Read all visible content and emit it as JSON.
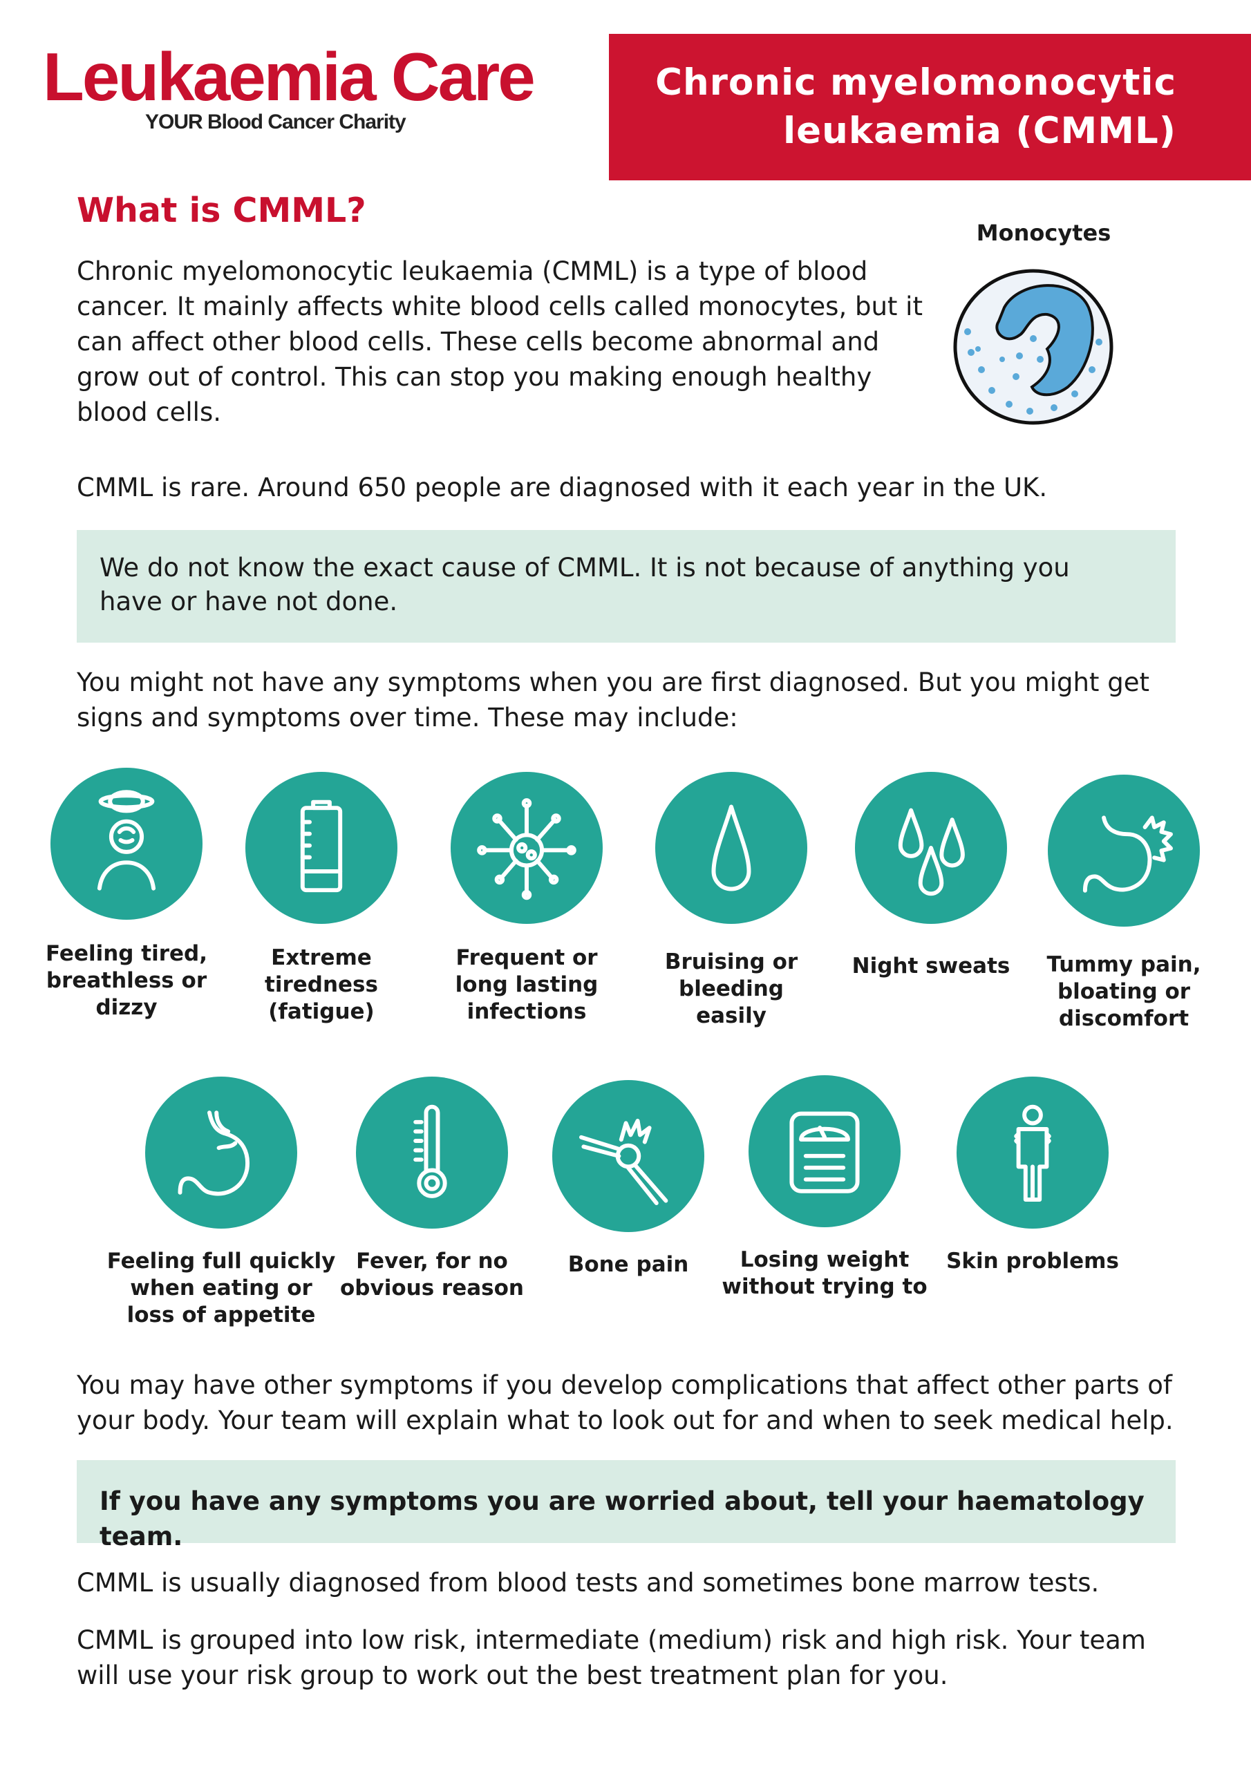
{
  "header": {
    "logo_text": "Leukaemia Care",
    "tagline": "YOUR Blood Cancer Charity",
    "title": "Chronic myelomonocytic\nleukaemia (CMML)"
  },
  "section": {
    "heading": "What is CMML?",
    "intro": "Chronic myelomonocytic leukaemia (CMML) is a type of blood cancer. It mainly affects white blood cells called monocytes, but it can affect other blood cells. These cells become abnormal and grow out of control. This can stop you making enough healthy blood cells.",
    "image_label": "Monocytes",
    "rare": "CMML is rare. Around 650 people are diagnosed with it each year in the UK.",
    "cause_box": "We do not know the exact cause of CMML. It is not because of anything you have or have not done.",
    "symptoms_intro": "You might not have any symptoms when you are first diagnosed. But you might get signs and symptoms over time. These may include:"
  },
  "symptoms": [
    {
      "label": "Feeling tired,\nbreathless or\ndizzy",
      "icon": "dizzy-head-icon"
    },
    {
      "label": "Extreme\ntiredness\n(fatigue)",
      "icon": "low-battery-icon"
    },
    {
      "label": "Frequent or\nlong lasting\ninfections",
      "icon": "virus-icon"
    },
    {
      "label": "Bruising or\nbleeding\neasily",
      "icon": "blood-drop-icon"
    },
    {
      "label": "Night sweats",
      "icon": "sweat-drops-icon"
    },
    {
      "label": "Tummy pain,\nbloating or\ndiscomfort",
      "icon": "stomach-pain-icon"
    },
    {
      "label": "Feeling full quickly\nwhen eating or\nloss of appetite",
      "icon": "stomach-icon"
    },
    {
      "label": "Fever, for no\nobvious reason",
      "icon": "thermometer-icon"
    },
    {
      "label": "Bone pain",
      "icon": "bone-pain-icon"
    },
    {
      "label": "Losing weight\nwithout trying to",
      "icon": "weighing-scale-icon"
    },
    {
      "label": "Skin problems",
      "icon": "person-skin-icon"
    }
  ],
  "footer": {
    "complications": "You may have other symptoms if you develop complications that affect other parts of your body. Your team will explain what to look out for and when to seek medical help.",
    "worried_box": "If you have any symptoms you are worried about, tell your haematology team.",
    "diagnosis": "CMML is usually diagnosed from blood tests and sometimes bone marrow tests.",
    "risk": "CMML is grouped into low risk, intermediate (medium) risk and high risk. Your team will use your risk group to work out the best treatment plan for you."
  },
  "colors": {
    "brand_red": "#c8102e",
    "teal": "#24a596",
    "box_green": "#d9ece4"
  }
}
